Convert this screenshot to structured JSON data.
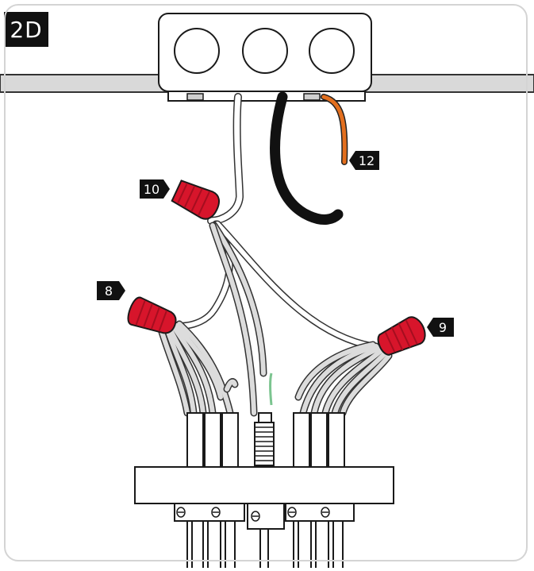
{
  "step": {
    "label": "2D"
  },
  "callouts": {
    "c8": "8",
    "c9": "9",
    "c10": "10",
    "c12": "12"
  },
  "colors": {
    "wire_nut": "#d7152b",
    "wire_nut_dark": "#a50e1f",
    "hot_wire": "#e36f1e",
    "black_wire": "#1a1a1a",
    "white_wire": "#ffffff",
    "gray_wire": "#d9d9d9",
    "ground_green": "#7bc48f",
    "ceiling": "#d9d9d9",
    "callout_bg": "#111111",
    "callout_text": "#ffffff"
  },
  "icons": [
    "junction-box",
    "canopy-plate",
    "wire-nut",
    "knockout-hole"
  ]
}
